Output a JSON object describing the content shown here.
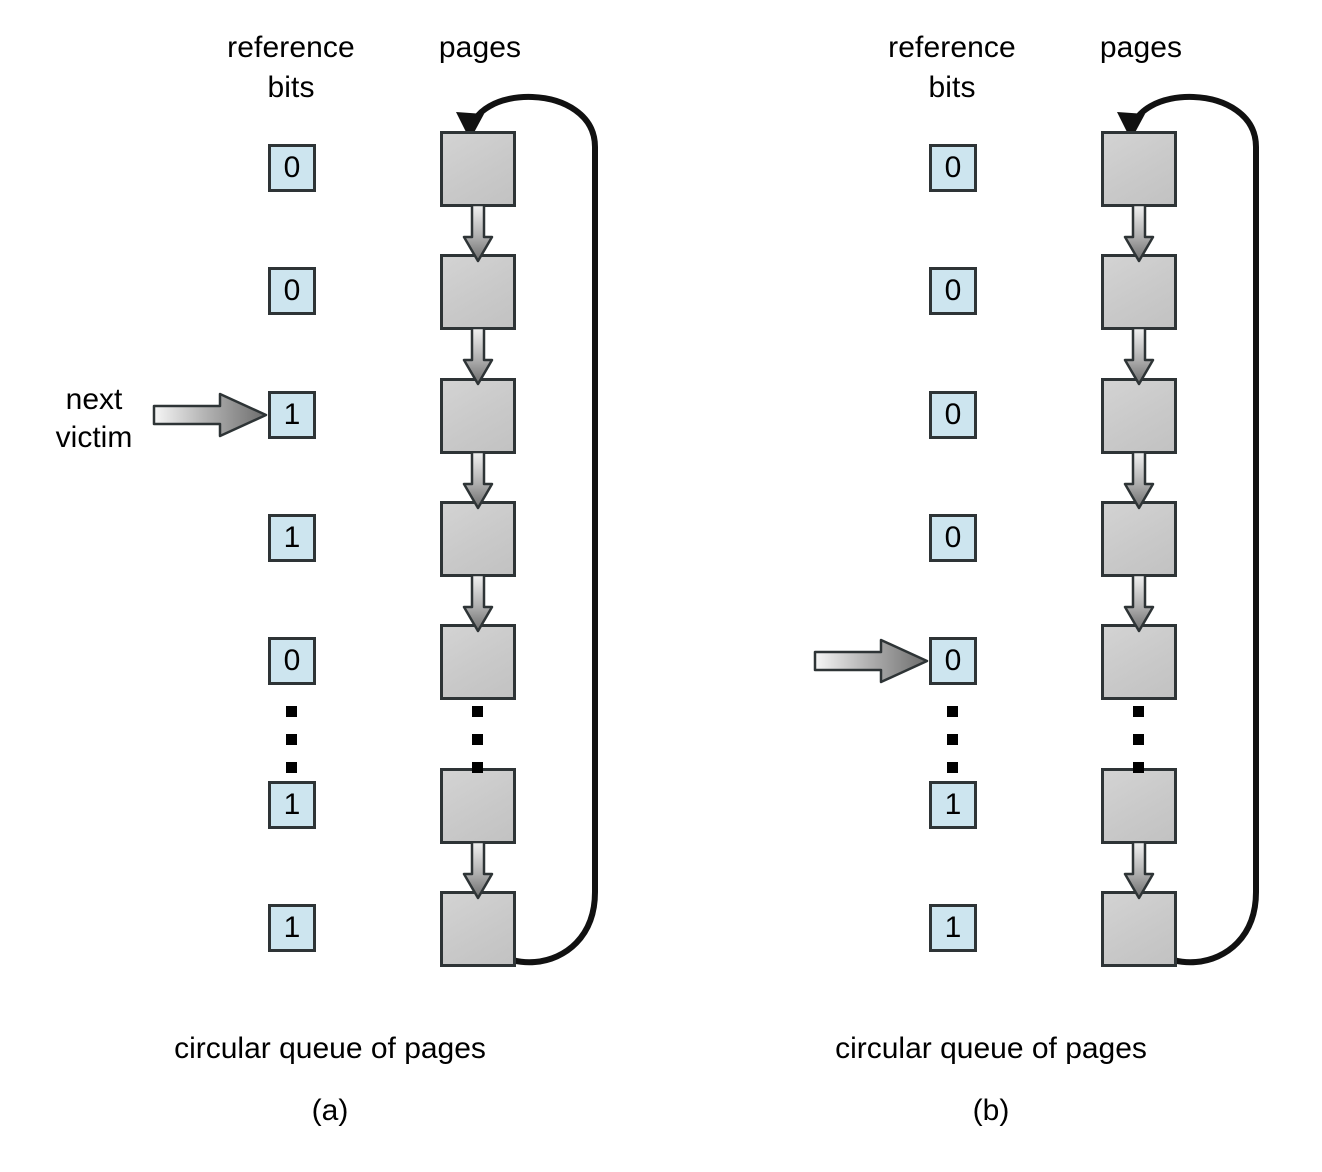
{
  "figure": {
    "title": "Second-chance (clock) page-replacement algorithm",
    "colors": {
      "bit_box_fill": "#cde5ef",
      "page_box_fill": "#cccccc",
      "outline": "#2e3436",
      "arrow_dark": "#6b6b6b",
      "arrow_light": "#f2f2f2",
      "background": "#ffffff"
    }
  },
  "panels": [
    {
      "id": "a",
      "letter": "(a)",
      "headings": {
        "reference_bits": "reference\nbits",
        "pages": "pages"
      },
      "pointer": {
        "label": "next\nvictim",
        "has_label": true,
        "points_at_index": 2
      },
      "reference_bits": [
        "0",
        "0",
        "1",
        "1",
        "0",
        "1",
        "1"
      ],
      "page_count": 7,
      "ellipsis_after_index": 4,
      "ellipsis_dots": 3,
      "caption": "circular queue of pages"
    },
    {
      "id": "b",
      "letter": "(b)",
      "headings": {
        "reference_bits": "reference\nbits",
        "pages": "pages"
      },
      "pointer": {
        "label": "",
        "has_label": false,
        "points_at_index": 4
      },
      "reference_bits": [
        "0",
        "0",
        "0",
        "0",
        "0",
        "1",
        "1"
      ],
      "page_count": 7,
      "ellipsis_after_index": 4,
      "ellipsis_dots": 3,
      "caption": "circular queue of pages"
    }
  ]
}
